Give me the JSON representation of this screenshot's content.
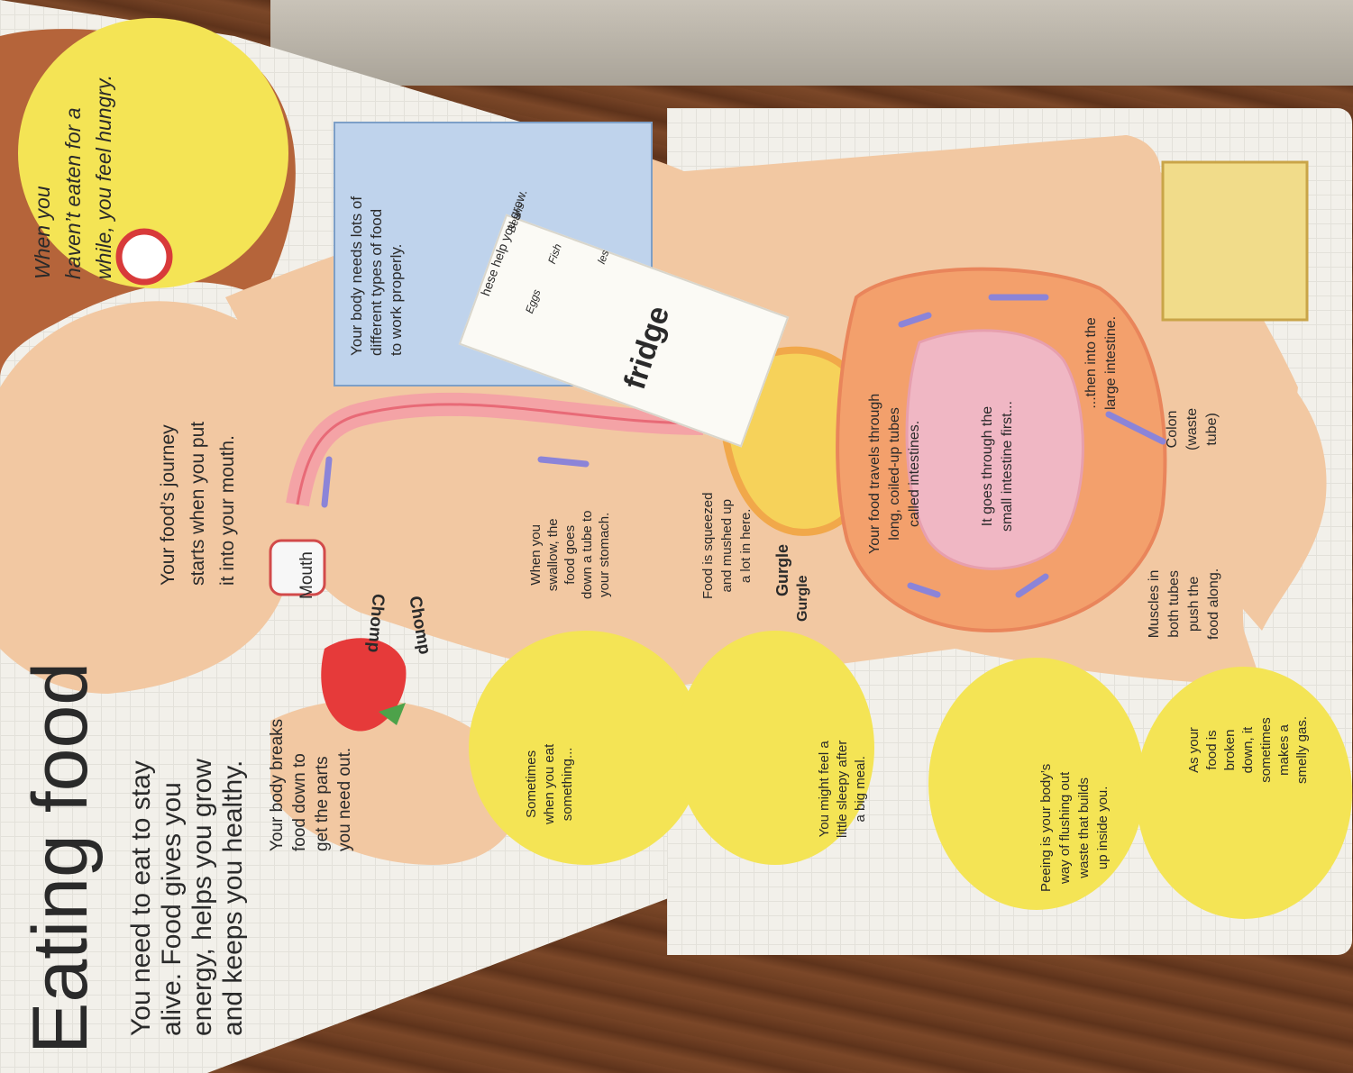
{
  "title": "Eating food",
  "intro": [
    "You need to eat to stay",
    "alive. Food gives you",
    "energy, helps you grow",
    "and keeps you healthy."
  ],
  "breaks_down": [
    "Your body breaks",
    "food down to",
    "get the parts",
    "you need out."
  ],
  "journey": [
    "Your food’s journey",
    "starts when you put",
    "it into your mouth."
  ],
  "hungry": [
    "When you",
    "haven’t eaten for a",
    "while, you feel hungry."
  ],
  "food_types": [
    "Your body needs lots of",
    "different types of food",
    "to work properly."
  ],
  "fridge_label": "fridge",
  "fridge_shelf_labels": [
    "hese help you grow.",
    "Eggs",
    "Beans",
    "Fish",
    "les"
  ],
  "mouth_label": "Mouth",
  "chomp": [
    "Chomp",
    "Chomp"
  ],
  "swallow": [
    "When you",
    "swallow, the",
    "food goes",
    "down a tube to",
    "your stomach."
  ],
  "squeezed": [
    "Food is squeezed",
    "and mushed up",
    "a lot in here."
  ],
  "gurgle": [
    "Gurgle",
    "Gurgle"
  ],
  "travels": [
    "Your food travels through",
    "long, coiled-up tubes",
    "called intestines."
  ],
  "small_intestine": [
    "It goes through the",
    "small intestine first..."
  ],
  "large_intestine": [
    "...then into the",
    "large intestine."
  ],
  "colon": [
    "Colon",
    "(waste",
    "tube)"
  ],
  "muscles": [
    "Muscles in",
    "both tubes",
    "push the",
    "food along."
  ],
  "sometimes_eat": [
    "Sometimes",
    "when you eat",
    "something..."
  ],
  "sleepy": [
    "You might feel a",
    "little sleepy after",
    "a big meal."
  ],
  "peeing": [
    "Peeing is your body’s",
    "way of flushing out",
    "waste that builds",
    "up inside you."
  ],
  "gas": [
    "As your",
    "food is",
    "broken",
    "down, it",
    "sometimes",
    "makes a",
    "smelly gas."
  ],
  "colors": {
    "skin": "#f2c8a2",
    "hair": "#b5643a",
    "bubble": "#f4e455",
    "intestine": "#f3a06c",
    "arrow": "#8b84d8",
    "book_edge": "#f3c91c"
  }
}
